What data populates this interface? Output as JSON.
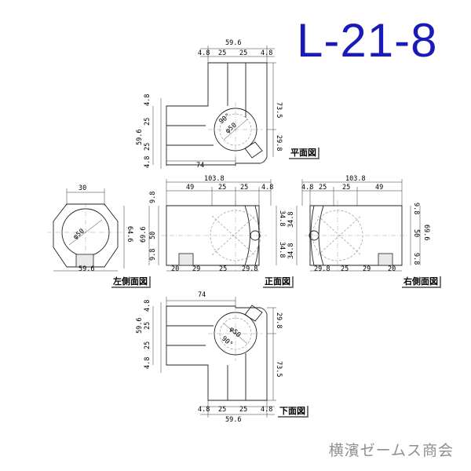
{
  "part_id": "L-21-8",
  "company": "横濱ゼームス商会",
  "views": {
    "top": {
      "label": "平面図",
      "dims_top": [
        "59.6",
        "4.8",
        "25",
        "25",
        "4.8"
      ],
      "dims_left": [
        "4.8",
        "25",
        "59.6",
        "25",
        "4.8"
      ],
      "dims_right": [
        "73.5",
        "29.8"
      ],
      "dim_bottom": "74",
      "angle": "90°",
      "diameter": "φ50"
    },
    "front": {
      "label": "正面図",
      "dims_top": [
        "103.8",
        "49",
        "25",
        "25",
        "4.8"
      ],
      "dims_left": [
        "9.8",
        "69.6",
        "50",
        "9.8"
      ],
      "dims_right": [
        "34.8",
        "34.8"
      ],
      "dims_bottom": [
        "20",
        "29",
        "25",
        "29.8"
      ]
    },
    "left": {
      "label": "左側面図",
      "dim_top": "30",
      "dim_right": "64.6",
      "dim_bottom": "59.6",
      "diameter": "φ50"
    },
    "right": {
      "label": "右側面図",
      "dims_top": [
        "103.8",
        "4.8",
        "25",
        "25",
        "49"
      ],
      "dims_left": [
        "34.8",
        "34.8"
      ],
      "dims_right": [
        "9.8",
        "50",
        "69.6",
        "9.8"
      ],
      "dims_bottom": [
        "29.8",
        "25",
        "29",
        "20"
      ]
    },
    "bottom": {
      "label": "下面図",
      "dim_top": "74",
      "dims_left": [
        "59.6",
        "4.8",
        "25",
        "25",
        "4.8"
      ],
      "dims_right": [
        "29.8",
        "73.5"
      ],
      "dims_bottom": [
        "4.8",
        "25",
        "25",
        "4.8",
        "59.6"
      ],
      "angle": "90°",
      "diameter": "φ50"
    }
  }
}
